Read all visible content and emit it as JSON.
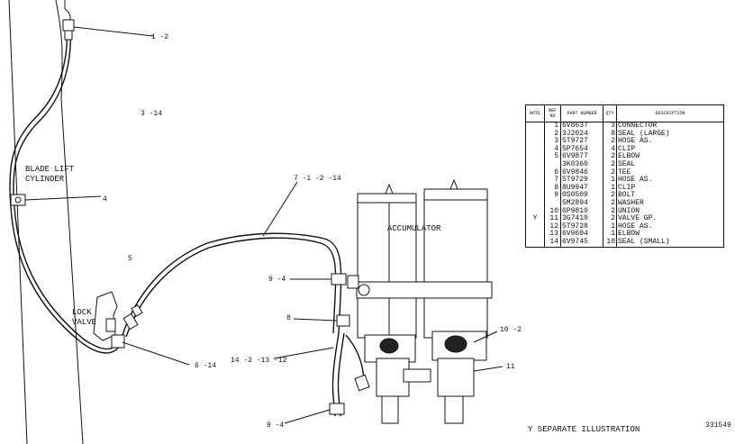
{
  "callouts": {
    "c1": "1 -2",
    "c2": "3 -14",
    "c3": "4",
    "c4": "5",
    "c5": "6 -14",
    "c6": "7 -1 -2 -14",
    "c7": "9 -4",
    "c8": "8",
    "c9": "14 -2 -13 -12",
    "c10": "9 -4",
    "c11": "10 -2",
    "c12": "11"
  },
  "labels": {
    "cylinder_line1": "BLADE LIFT",
    "cylinder_line2": "CYLINDER",
    "lock_valve_line1": "LOCK",
    "lock_valve_line2": "VALVE",
    "accumulator": "ACCUMULATOR"
  },
  "table": {
    "headers": [
      "NOTE",
      "REF NO",
      "PART NUMBER",
      "QTY",
      "DESCRIPTION"
    ],
    "rows": [
      {
        "note": "",
        "ref": "1",
        "part": "6V8637",
        "qty": "3",
        "desc": "CONNECTOR"
      },
      {
        "note": "",
        "ref": "2",
        "part": "3J2024",
        "qty": "8",
        "desc": "SEAL (LARGE)"
      },
      {
        "note": "",
        "ref": "3",
        "part": "5T9727",
        "qty": "2",
        "desc": "HOSE AS."
      },
      {
        "note": "",
        "ref": "4",
        "part": "5P7654",
        "qty": "4",
        "desc": "CLIP"
      },
      {
        "note": "",
        "ref": "5",
        "part": "6V9877",
        "qty": "2",
        "desc": "ELBOW"
      },
      {
        "note": "",
        "ref": "",
        "part": "3K0360",
        "qty": "2",
        "desc": "SEAL"
      },
      {
        "note": "",
        "ref": "6",
        "part": "6V9846",
        "qty": "2",
        "desc": "TEE"
      },
      {
        "note": "",
        "ref": "7",
        "part": "5T9729",
        "qty": "1",
        "desc": "HOSE AS."
      },
      {
        "note": "",
        "ref": "8",
        "part": "8U9947",
        "qty": "1",
        "desc": "CLIP"
      },
      {
        "note": "",
        "ref": "9",
        "part": "0S0509",
        "qty": "2",
        "desc": "BOLT"
      },
      {
        "note": "",
        "ref": "",
        "part": "5M2894",
        "qty": "2",
        "desc": "WASHER"
      },
      {
        "note": "",
        "ref": "10",
        "part": "6P9810",
        "qty": "2",
        "desc": "UNION"
      },
      {
        "note": "Y",
        "ref": "11",
        "part": "3G7410",
        "qty": "2",
        "desc": "VALVE GP."
      },
      {
        "note": "",
        "ref": "12",
        "part": "5T9728",
        "qty": "1",
        "desc": "HOSE AS."
      },
      {
        "note": "",
        "ref": "13",
        "part": "6V9604",
        "qty": "1",
        "desc": "ELBOW"
      },
      {
        "note": "",
        "ref": "14",
        "part": "6V9745",
        "qty": "10",
        "desc": "SEAL (SMALL)"
      }
    ]
  },
  "footer": {
    "note": "Y   SEPARATE ILLUSTRATION",
    "figure_number": "331549"
  }
}
